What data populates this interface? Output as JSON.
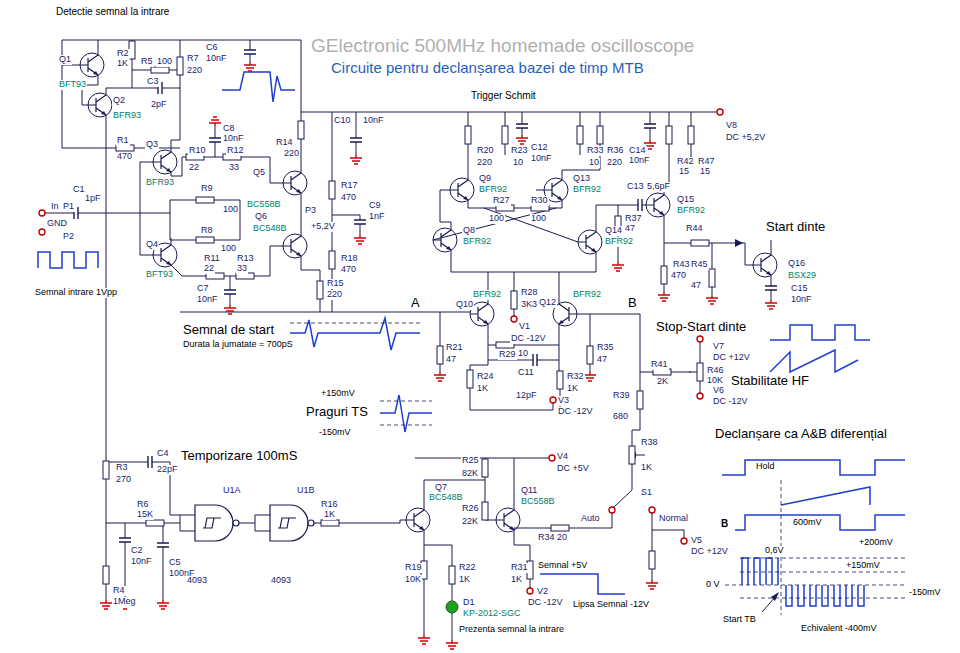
{
  "diagram": {
    "title": "Circuite pentru declanșarea bazei de timp MTB",
    "labels": [
      "Detectie semnal la intrare",
      "GElectronic 500MHz homemade oscilloscope",
      "Q1",
      "BFT93",
      "R2",
      "1K",
      "R5",
      "100",
      "C3",
      "2pF",
      "Q2",
      "BFR93",
      "R7",
      "220",
      "C6",
      "10nF",
      "R1",
      "470",
      "Q3",
      "BFR93",
      "C8",
      "10nF",
      "R14",
      "220",
      "R10",
      "22",
      "R12",
      "33",
      "Q5",
      "BC558B",
      "C10",
      "10nF",
      "R17",
      "470",
      "C1",
      "1pF",
      "In",
      "P1",
      "GND",
      "P2",
      "R9",
      "100",
      "Q6",
      "BC548B",
      "P3",
      "+5,2V",
      "C9",
      "1nF",
      "R8",
      "100",
      "Q4",
      "BFT93",
      "R11",
      "22",
      "R13",
      "33",
      "R18",
      "470",
      "C7",
      "10nF",
      "R15",
      "220",
      "Semnal intrare 1Vpp",
      "Trigger Schmit",
      "R20",
      "220",
      "R23",
      "10",
      "C12",
      "10nF",
      "R33",
      "10",
      "R36",
      "220",
      "C14",
      "10nF",
      "V8",
      "DC +5,2V",
      "R42",
      "15",
      "R47",
      "15",
      "Q9",
      "BFR92",
      "Q13",
      "BFR92",
      "C13",
      "5,6pF",
      "Q15",
      "BFR92",
      "R27",
      "100",
      "R30",
      "100",
      "R37",
      "47",
      "Q8",
      "BFR92",
      "Q14",
      "BFR92",
      "R44",
      "Start dinte",
      "R43",
      "R45",
      "470",
      "47",
      "Q16",
      "BSX29",
      "C15",
      "10nF",
      "A",
      "Q10",
      "BFR92",
      "R28",
      "3K3",
      "Q12",
      "BFR92",
      "B",
      "Stop-Start dinte",
      "V1",
      "DC -12V",
      "R21",
      "47",
      "R35",
      "47",
      "R29",
      "10",
      "C11",
      "12pF",
      "R24",
      "1K",
      "R32",
      "1K",
      "V3",
      "DC -12V",
      "R41",
      "2K",
      "V7",
      "DC +12V",
      "R46",
      "10K",
      "Stabilitate HF",
      "V6",
      "DC -12V",
      "R39",
      "680",
      "R38",
      "1K",
      "Semnal de start",
      "Durata la jumatate = 700pS",
      "+150mV",
      "Praguri TS",
      "-150mV",
      "Declanșare ca A&B diferențial",
      "Hold",
      "B",
      "600mV",
      "+200mV",
      "0,6V",
      "+150mV",
      "0 V",
      "-150mV",
      "Start TB",
      "Echivalent -400mV",
      "R3",
      "270",
      "C4",
      "22pF",
      "Temporizare 100mS",
      "V4",
      "DC +5V",
      "R25",
      "82K",
      "U1A",
      "U1B",
      "Q7",
      "BC548B",
      "Q11",
      "BC558B",
      "R6",
      "15K",
      "R16",
      "1K",
      "R26",
      "22K",
      "S1",
      "Auto",
      "Normal",
      "R34",
      "20",
      "V5",
      "DC +12V",
      "C2",
      "10nF",
      "C5",
      "100nF",
      "R19",
      "10K",
      "R22",
      "1K",
      "R31",
      "1K",
      "Semnal +5V",
      "Lipsa Semnal -12V",
      "V2",
      "DC -12V",
      "4093",
      "4093",
      "R4",
      "1Meg",
      "D1",
      "KP-2012-SGC",
      "Prezenta semnal la intrare"
    ]
  }
}
